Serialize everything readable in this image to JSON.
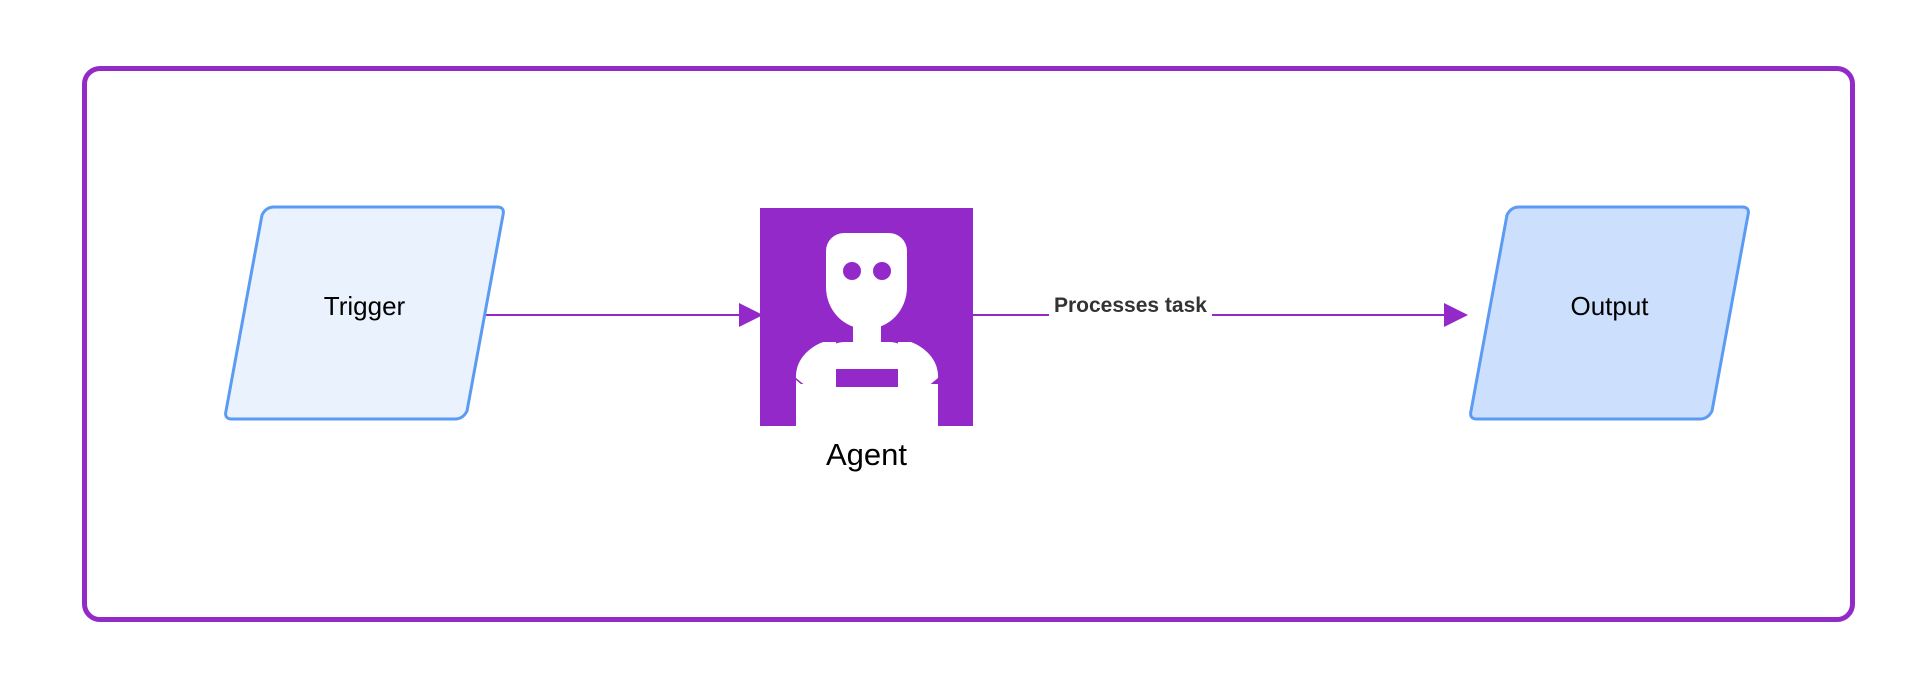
{
  "diagram": {
    "type": "flowchart",
    "direction": "left-to-right",
    "container": {
      "name": "subgraph-container",
      "border_color": "#9429ca",
      "background": "#ffffff"
    },
    "nodes": [
      {
        "id": "trigger",
        "label": "Trigger",
        "shape": "parallelogram",
        "fill": "#eaf2fd",
        "stroke": "#5b9bf3",
        "text_color": "#000000"
      },
      {
        "id": "agent",
        "label": "Agent",
        "shape": "image-square",
        "icon": "robot-icon",
        "fill": "#9429ca",
        "icon_color": "#ffffff",
        "text_color": "#000000"
      },
      {
        "id": "output",
        "label": "Output",
        "shape": "parallelogram",
        "fill": "#cce0fd",
        "stroke": "#5b9bf3",
        "text_color": "#000000"
      }
    ],
    "edges": [
      {
        "id": "edge-trigger-agent",
        "from": "trigger",
        "to": "agent",
        "label": "",
        "color": "#9429ca",
        "arrow": "triangle"
      },
      {
        "id": "edge-agent-output",
        "from": "agent",
        "to": "output",
        "label": "Processes task",
        "color": "#9429ca",
        "label_color": "#333333",
        "arrow": "triangle"
      }
    ],
    "colors": {
      "accent_purple": "#9429ca",
      "node_stroke_blue": "#5b9bf3",
      "trigger_fill": "#eaf2fd",
      "output_fill": "#cce0fd",
      "canvas_background": "#ffffff"
    }
  }
}
